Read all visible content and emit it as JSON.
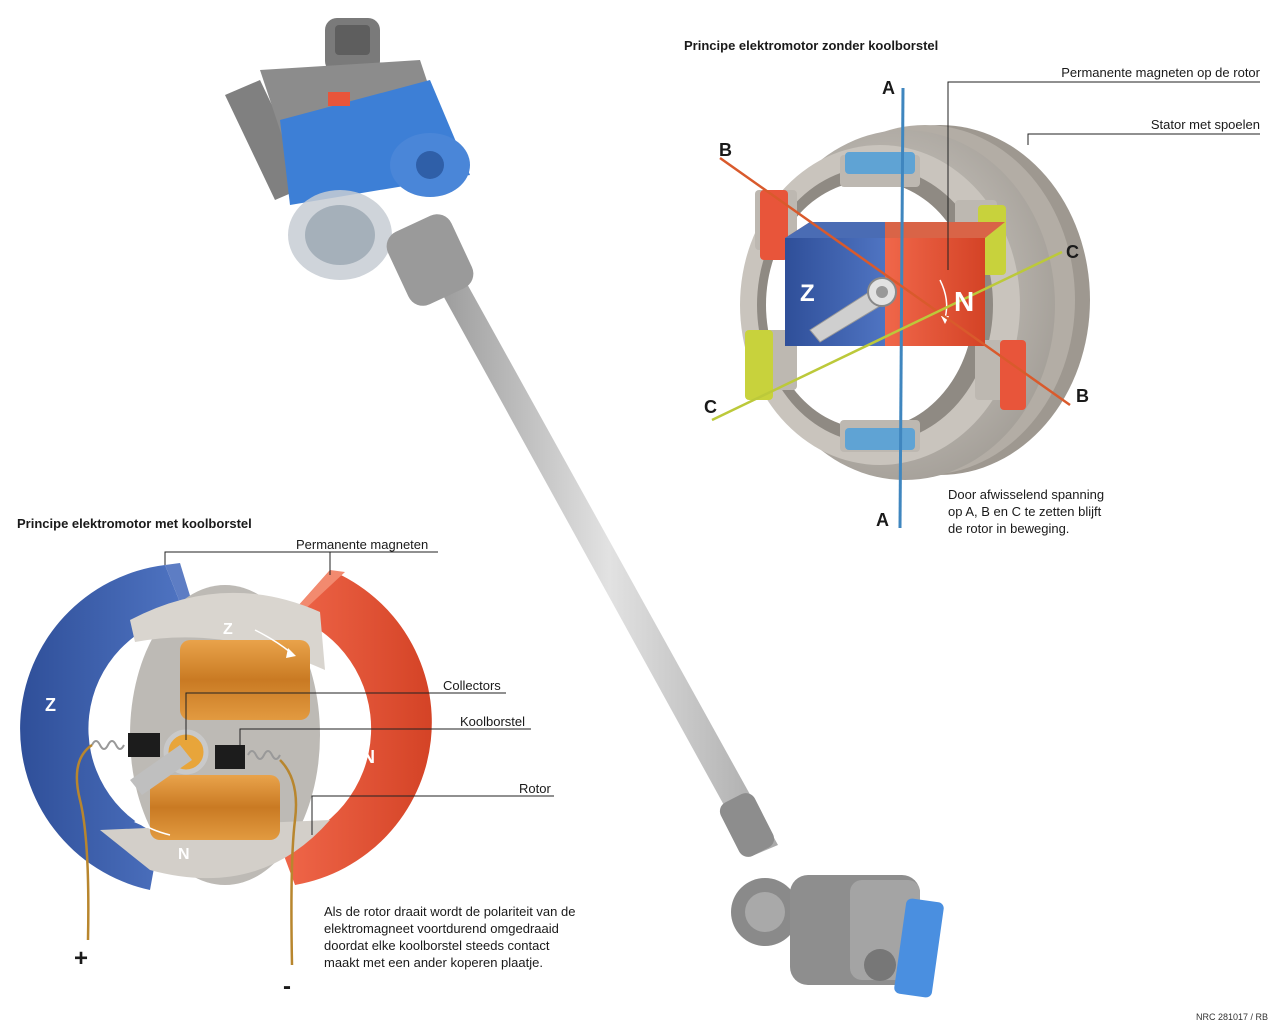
{
  "colors": {
    "magnet_blue": "#3a5ea8",
    "magnet_red": "#e8553a",
    "copper": "#d98a2b",
    "stator_grey": "#b9b4ad",
    "accent_vacuum": "#3d7fd6",
    "coil_yellow": "#c8d23c",
    "coil_blue": "#5fa3d4"
  },
  "brushless": {
    "title": "Principe elektromotor zonder koolborstel",
    "label_rotor_magnets": "Permanente magneten op de rotor",
    "label_stator": "Stator met spoelen",
    "phase_a": "A",
    "phase_b": "B",
    "phase_c": "C",
    "pole_south": "Z",
    "pole_north": "N",
    "note_lines": [
      "Door afwisselend spanning",
      "op A, B en C te zetten blijft",
      "de rotor in beweging."
    ]
  },
  "brushed": {
    "title": "Principe elektromotor met koolborstel",
    "label_magnets": "Permanente magneten",
    "label_collectors": "Collectors",
    "label_brush": "Koolborstel",
    "label_rotor": "Rotor",
    "pole_south": "Z",
    "pole_north": "N",
    "plus": "+",
    "minus": "-",
    "note_lines": [
      "Als de rotor draait wordt de polariteit van de",
      "elektromagneet voortdurend omgedraaid",
      "doordat elke  koolborstel steeds contact",
      "maakt met een ander koperen plaatje."
    ]
  },
  "credit": "NRC 281017 / RB"
}
